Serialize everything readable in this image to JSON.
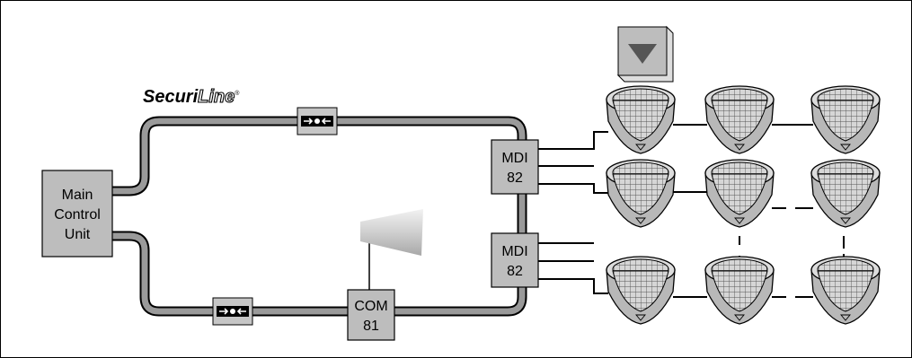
{
  "brand": {
    "part1": "Securi",
    "part2": "Line",
    "mark": "®"
  },
  "main_control": {
    "line1": "Main",
    "line2": "Control",
    "line3": "Unit"
  },
  "mdi_top": {
    "line1": "MDI",
    "line2": "82"
  },
  "mdi_bottom": {
    "line1": "MDI",
    "line2": "82"
  },
  "com": {
    "line1": "COM",
    "line2": "81"
  },
  "icons": {
    "isolator": "loop-isolator-icon",
    "detector": "smoke-detector-icon",
    "sounder": "horn-sounder-icon",
    "manual_call_point": "manual-call-point-icon"
  },
  "colors": {
    "loop": "#9a9a9a",
    "box_fill": "#bdbdbd",
    "detector": "#c8c8c8",
    "line": "#000000"
  }
}
